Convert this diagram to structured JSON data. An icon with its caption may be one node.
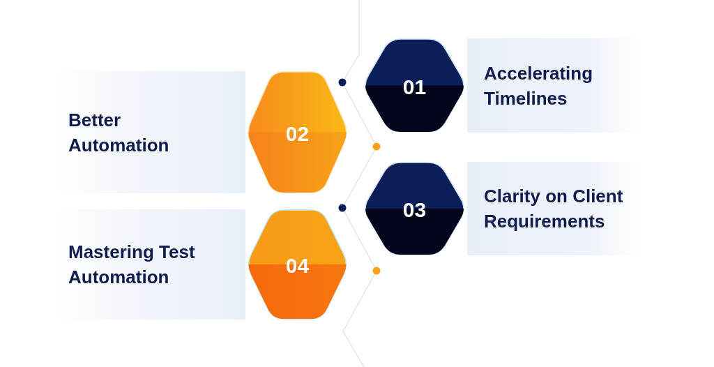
{
  "diagram": {
    "nodes": [
      {
        "text": [
          "01"
        ]
      },
      {
        "text": [
          "Accelerating Timelines"
        ]
      },
      {
        "text": [
          "02"
        ]
      },
      {
        "text": [
          "Better Automation"
        ]
      },
      {
        "text": [
          "03"
        ]
      },
      {
        "text": [
          "Clarity on Client Requirements"
        ]
      },
      {
        "text": [
          "04"
        ]
      },
      {
        "text": [
          "Mastering Test Automation"
        ]
      }
    ]
  }
}
